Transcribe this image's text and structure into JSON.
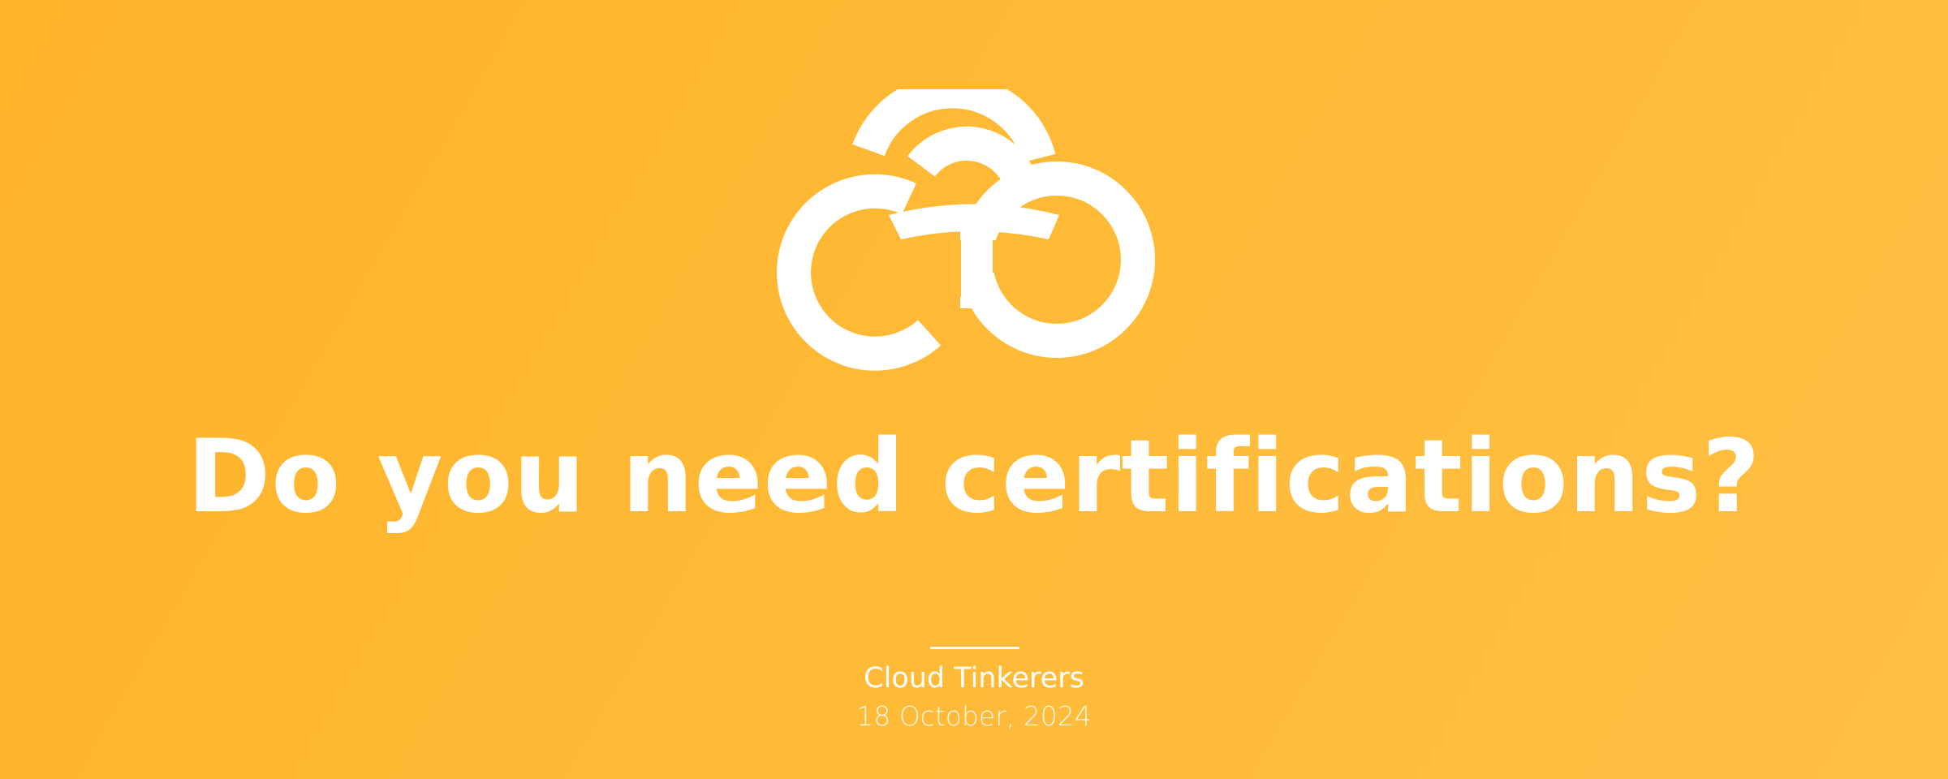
{
  "banner": {
    "headline": "Do you need certifications?",
    "author": "Cloud Tinkerers",
    "date": "18 October, 2024",
    "logo_icon": "cloud-tinkerers-logo-icon",
    "colors": {
      "background_start": "#ffb42a",
      "background_end": "#ffbf45",
      "foreground": "#ffffff"
    }
  }
}
